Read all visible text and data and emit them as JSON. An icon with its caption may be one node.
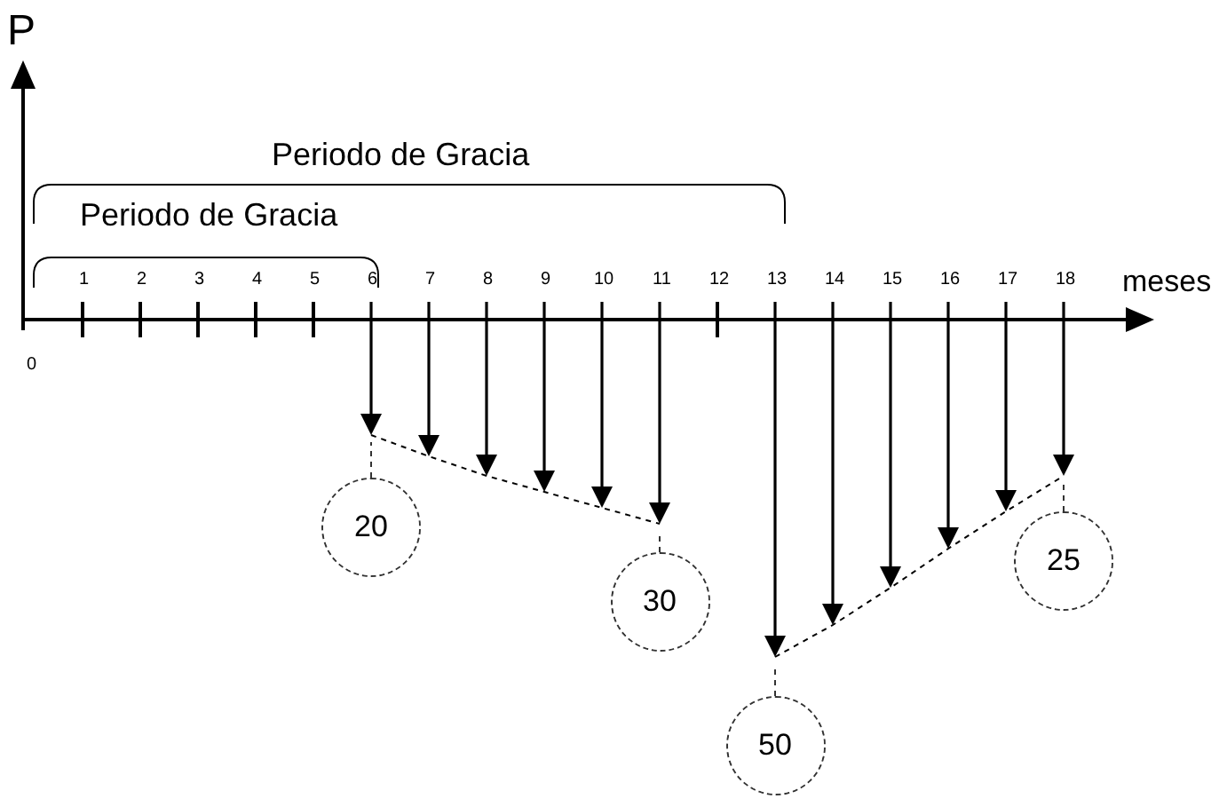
{
  "diagram": {
    "nodes": [
      {
        "text": [
          "20"
        ]
      },
      {
        "text": [
          "30"
        ]
      },
      {
        "text": [
          "50"
        ]
      },
      {
        "text": [
          "25"
        ]
      }
    ],
    "edges": [
      {
        "from": 0,
        "to": null,
        "arrow": "none",
        "style": "dashed"
      },
      {
        "from": 1,
        "to": null,
        "arrow": "none",
        "style": "dashed"
      },
      {
        "from": 2,
        "to": null,
        "arrow": "none",
        "style": "dashed"
      },
      {
        "from": 3,
        "to": null,
        "arrow": "none",
        "style": "dashed"
      }
    ],
    "labels": [
      "P",
      "Periodo de Gracia",
      "Periodo de Gracia",
      "1",
      "2",
      "3",
      "4",
      "5",
      "6",
      "7",
      "8",
      "9",
      "10",
      "11",
      "12",
      "13",
      "14",
      "15",
      "16",
      "17",
      "18",
      "meses",
      "0"
    ]
  }
}
